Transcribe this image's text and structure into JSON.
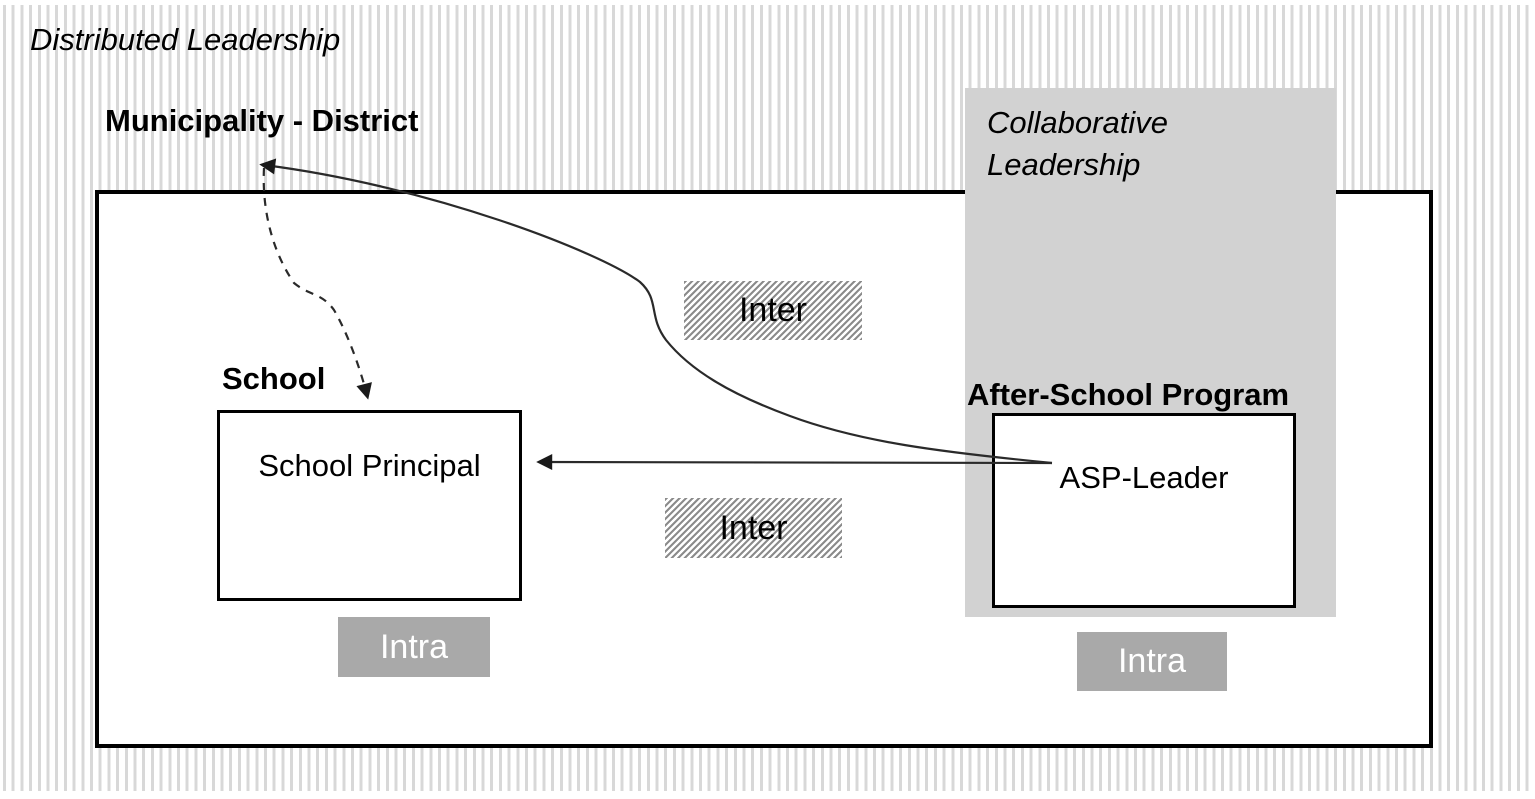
{
  "diagram": {
    "title": "Distributed Leadership",
    "municipality_label": "Municipality - District",
    "school_label": "School",
    "school_box_text": "School Principal",
    "collaborative_title": "Collaborative\nLeadership",
    "asp_label": "After-School Program",
    "asp_box_text": "ASP-Leader",
    "badges": {
      "inter_top": "Inter",
      "inter_bottom": "Inter",
      "intra_school": "Intra",
      "intra_asp": "Intra"
    },
    "colors": {
      "stripe_background": "#d8d8d8",
      "collaborative_panel": "#d2d2d2",
      "intra_badge_bg": "#a9a9a9",
      "intra_badge_text": "#ffffff",
      "inter_hatch": "#8c8c8c",
      "box_border": "#000000",
      "arrow_line": "#2a2a2a"
    }
  }
}
